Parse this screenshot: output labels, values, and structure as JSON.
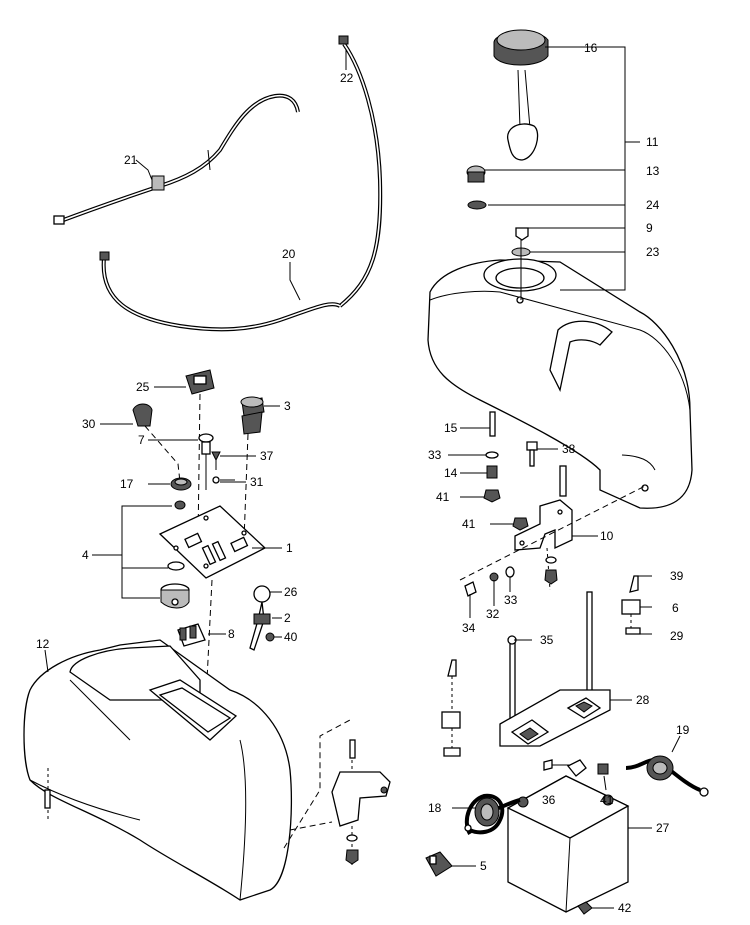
{
  "callouts": {
    "c1": "1",
    "c2": "2",
    "c3": "3",
    "c4": "4",
    "c5": "5",
    "c6": "6",
    "c7": "7",
    "c8": "8",
    "c9": "9",
    "c10": "10",
    "c11": "11",
    "c12": "12",
    "c13": "13",
    "c14": "14",
    "c15": "15",
    "c16": "16",
    "c17": "17",
    "c18": "18",
    "c19": "19",
    "c20": "20",
    "c21": "21",
    "c22": "22",
    "c23": "23",
    "c24": "24",
    "c25": "25",
    "c26": "26",
    "c27": "27",
    "c28": "28",
    "c29": "29",
    "c30": "30",
    "c31": "31",
    "c32": "32",
    "c33a": "33",
    "c33b": "33",
    "c34": "34",
    "c35": "35",
    "c36": "36",
    "c37": "37",
    "c38": "38",
    "c39": "39",
    "c40": "40",
    "c41a": "41",
    "c41b": "41",
    "c41c": "41",
    "c42": "42"
  }
}
